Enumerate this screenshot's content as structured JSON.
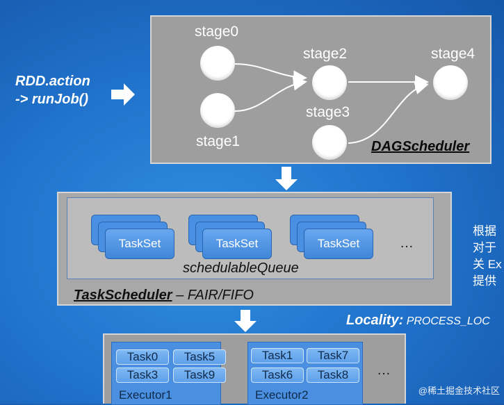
{
  "left_trigger": {
    "line1": "RDD.action",
    "line2": "-> runJob()"
  },
  "dag": {
    "stages": [
      "stage0",
      "stage1",
      "stage2",
      "stage3",
      "stage4"
    ],
    "scheduler_label": "DAGScheduler"
  },
  "task_scheduler": {
    "tasksets": [
      "TaskSet",
      "TaskSet",
      "TaskSet"
    ],
    "ellipsis": "…",
    "queue_label": "schedulableQueue",
    "title": "TaskScheduler",
    "mode_separator": " – ",
    "mode": "FAIR/FIFO"
  },
  "locality": {
    "label": "Locality:",
    "value": "PROCESS_LOC"
  },
  "right_notes": [
    "根据",
    "对于",
    "关 Ex",
    "提供"
  ],
  "executors": [
    {
      "name": "Executor1",
      "tasks": [
        "Task0",
        "Task5",
        "Task3",
        "Task9"
      ]
    },
    {
      "name": "Executor2",
      "tasks": [
        "Task1",
        "Task7",
        "Task6",
        "Task8"
      ]
    }
  ],
  "executor_ellipsis": "…",
  "watermark": "@稀土掘金技术社区"
}
